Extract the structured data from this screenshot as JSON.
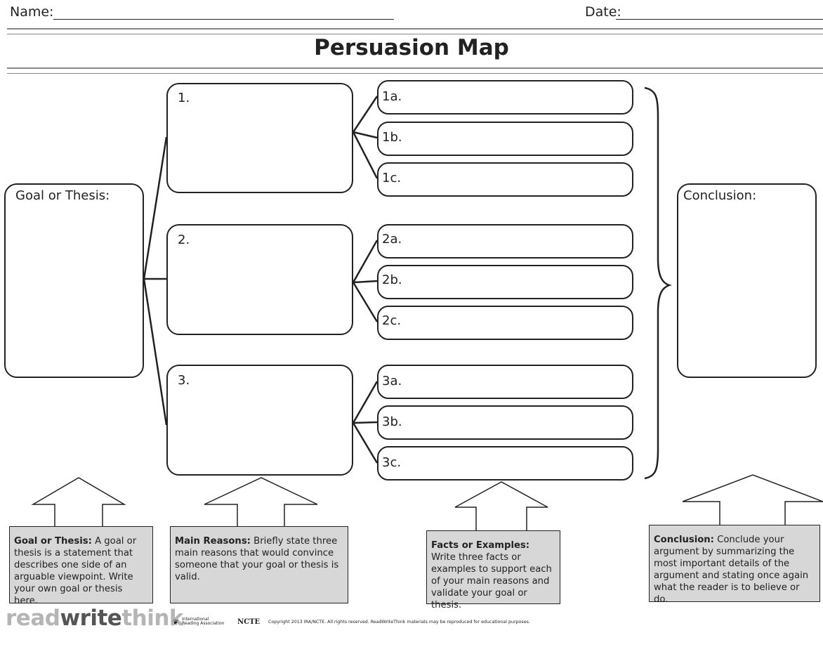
{
  "header": {
    "name_label": "Name:",
    "date_label": "Date:"
  },
  "title": "Persuasion Map",
  "thesis": {
    "label": "Goal or Thesis:"
  },
  "reasons": [
    {
      "label": "1.",
      "facts": [
        "1a.",
        "1b.",
        "1c."
      ]
    },
    {
      "label": "2.",
      "facts": [
        "2a.",
        "2b.",
        "2c."
      ]
    },
    {
      "label": "3.",
      "facts": [
        "3a.",
        "3b.",
        "3c."
      ]
    }
  ],
  "conclusion": {
    "label": "Conclusion:"
  },
  "notes": {
    "thesis": {
      "head": "Goal or Thesis:",
      "body": " A goal or thesis is a statement that describes one side of an arguable viewpoint. Write your own goal or thesis here."
    },
    "reasons": {
      "head": "Main Reasons:",
      "body": " Briefly state three main reasons that would convince someone that your goal or thesis is valid."
    },
    "facts": {
      "head": "Facts or Examples:",
      "body": " Write three facts or examples to support each of your main reasons and validate your goal or thesis."
    },
    "conclusion": {
      "head": "Conclusion:",
      "body": " Conclude your argument by summarizing the most important details of the argument and stating once again what the reader is to believe or do."
    }
  },
  "footer": {
    "logo_read": "read",
    "logo_write": "write",
    "logo_think": "think",
    "ira_line1": "International",
    "ira_line2": "Reading Association",
    "ncte": "NCTE",
    "copyright": "Copyright 2013 IRA/NCTE. All rights reserved. ReadWriteThink materials may be reproduced for educational purposes."
  }
}
